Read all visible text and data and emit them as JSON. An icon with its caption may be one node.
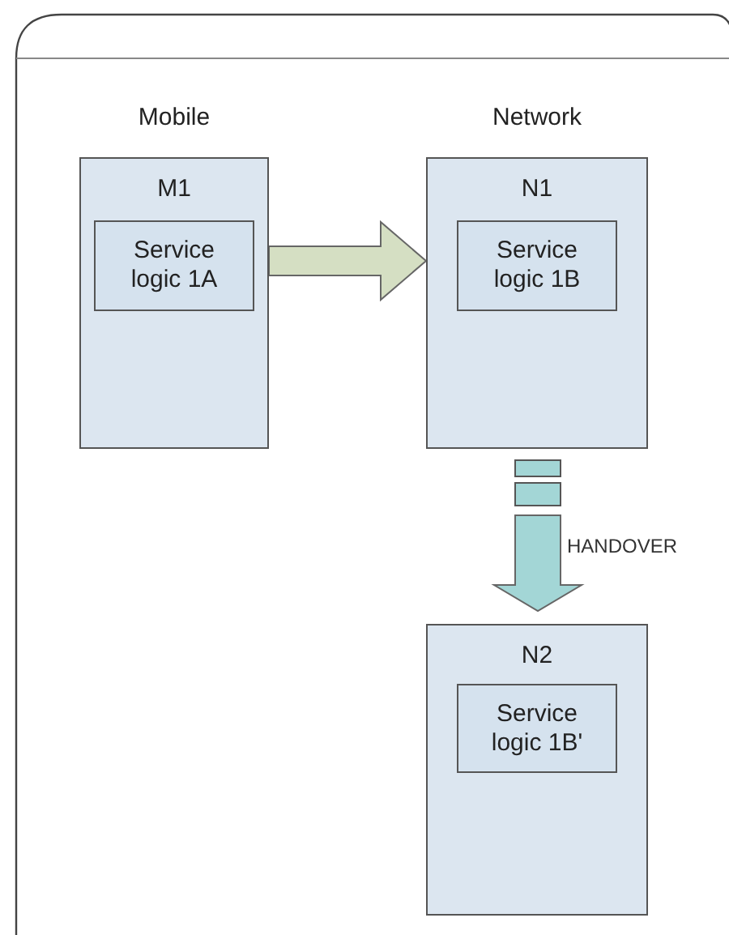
{
  "diagram": {
    "nodes": [
      {
        "text": [
          "Mobile",
          "M1"
        ]
      },
      {
        "text": [
          "Service logic 1A"
        ],
        "in": 0
      },
      {
        "text": [
          "Network",
          "N1"
        ]
      },
      {
        "text": [
          "Service logic 1B"
        ],
        "in": 2
      },
      {
        "text": [
          "N2"
        ]
      },
      {
        "text": [
          "Service logic 1B'"
        ],
        "in": 4
      }
    ],
    "edges": [
      {
        "from": 0,
        "to": 2,
        "arrow": "to",
        "style": "thick",
        "color": "#d5dfc3"
      },
      {
        "from": 2,
        "to": 4,
        "arrow": "to",
        "style": "thick",
        "label": "HANDOVER",
        "color": "#a3d6d6"
      }
    ]
  }
}
